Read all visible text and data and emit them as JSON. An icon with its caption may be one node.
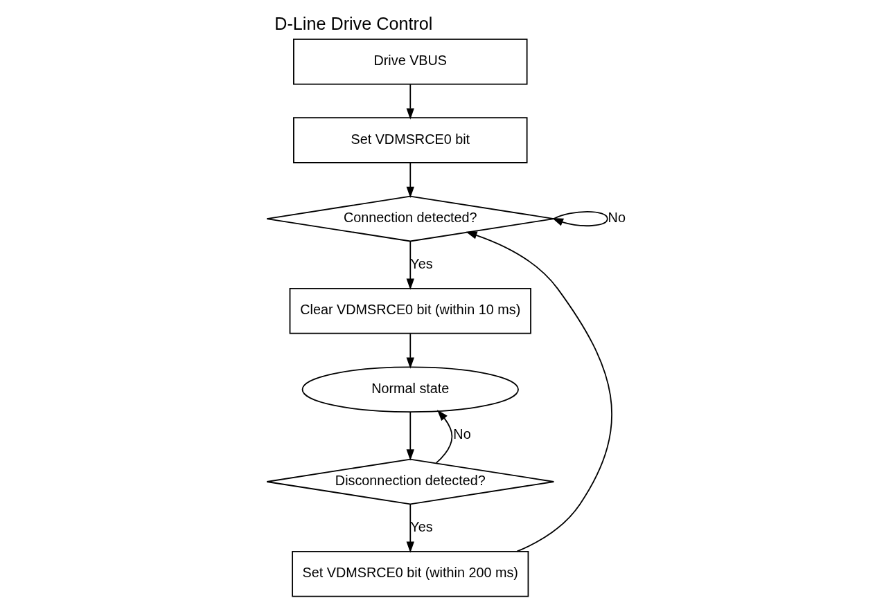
{
  "diagram": {
    "title": "D-Line Drive Control",
    "nodes": [
      {
        "text": [
          "Drive VBUS"
        ]
      },
      {
        "text": [
          "Set VDMSRCE0 bit"
        ]
      },
      {
        "text": [
          "Connection detected?"
        ]
      },
      {
        "text": [
          "Clear VDMSRCE0 bit (within 10 ms)"
        ]
      },
      {
        "text": [
          "Normal state"
        ]
      },
      {
        "text": [
          "Disconnection detected?"
        ]
      },
      {
        "text": [
          "Set VDMSRCE0 bit (within 200 ms)"
        ]
      }
    ],
    "edges": [
      {
        "from": 0,
        "to": 1,
        "arrow": "to"
      },
      {
        "from": 1,
        "to": 2,
        "arrow": "to"
      },
      {
        "from": 2,
        "to": 2,
        "arrow": "to",
        "label": "No"
      },
      {
        "from": 2,
        "to": 3,
        "arrow": "to",
        "label": "Yes"
      },
      {
        "from": 3,
        "to": 4,
        "arrow": "to"
      },
      {
        "from": 4,
        "to": 5,
        "arrow": "to"
      },
      {
        "from": 5,
        "to": 4,
        "arrow": "to",
        "label": "No"
      },
      {
        "from": 5,
        "to": 6,
        "arrow": "to",
        "label": "Yes"
      },
      {
        "from": 6,
        "to": 2,
        "arrow": "to"
      }
    ]
  }
}
